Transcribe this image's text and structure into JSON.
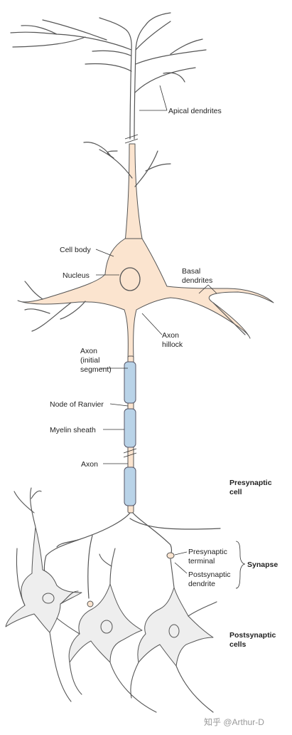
{
  "labels": {
    "apical_dendrites": "Apical dendrites",
    "cell_body": "Cell body",
    "nucleus": "Nucleus",
    "basal_dendrites_1": "Basal",
    "basal_dendrites_2": "dendrites",
    "axon_hillock_1": "Axon",
    "axon_hillock_2": "hillock",
    "axon_initial_1": "Axon",
    "axon_initial_2": "(initial",
    "axon_initial_3": "segment)",
    "node_of_ranvier": "Node of Ranvier",
    "myelin_sheath": "Myelin sheath",
    "axon": "Axon",
    "presynaptic_cell_1": "Presynaptic",
    "presynaptic_cell_2": "cell",
    "presynaptic_terminal_1": "Presynaptic",
    "presynaptic_terminal_2": "terminal",
    "postsynaptic_dendrite_1": "Postsynaptic",
    "postsynaptic_dendrite_2": "dendrite",
    "synapse": "Synapse",
    "postsynaptic_cells_1": "Postsynaptic",
    "postsynaptic_cells_2": "cells"
  },
  "watermark": "知乎 @Arthur-D",
  "colors": {
    "neuron_fill": "#fbe4cf",
    "myelin_fill": "#b9d3e8",
    "postsynaptic_fill": "#eeeeee"
  }
}
